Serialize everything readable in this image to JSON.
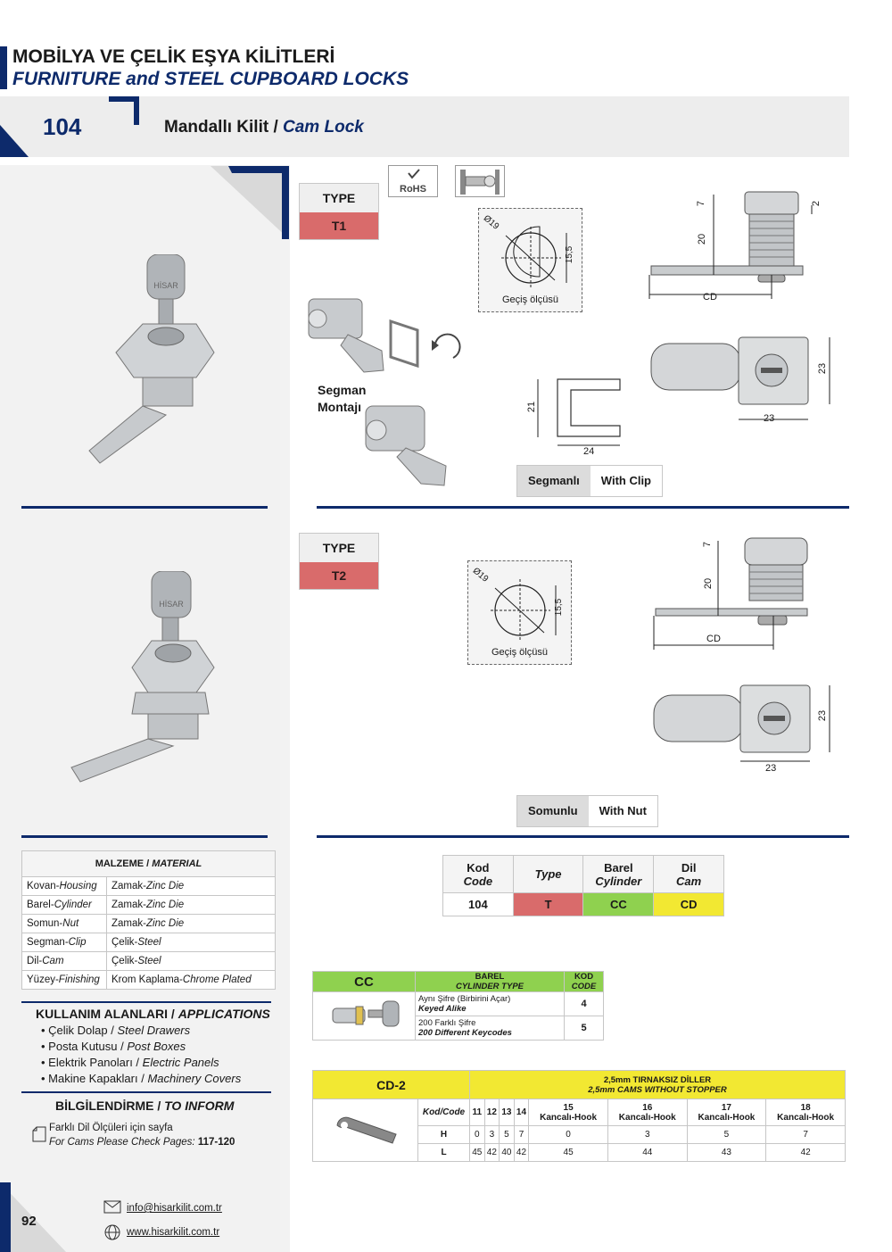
{
  "header": {
    "title_tr": "MOBİLYA VE ÇELİK EŞYA KİLİTLERİ",
    "title_en": "FURNITURE and STEEL CUPBOARD LOCKS",
    "product_no": "104",
    "product_name_tr": "Mandallı Kilit /",
    "product_name_en": "Cam Lock"
  },
  "icons": {
    "rohs": "RoHS"
  },
  "type1": {
    "label": "TYPE",
    "value": "T1",
    "mount_label_1": "Segman",
    "mount_label_2": "Montajı",
    "cutout_label": "Geçiş ölçüsü",
    "cutout_diameter": "Ø19",
    "cutout_flat": "15,5",
    "dims": {
      "a": "7",
      "b": "2",
      "c": "20",
      "cd": "CD",
      "w": "23",
      "h": "23",
      "clip_h": "21",
      "clip_w": "24"
    },
    "pill_tr": "Segmanlı",
    "pill_en": "With Clip"
  },
  "type2": {
    "label": "TYPE",
    "value": "T2",
    "cutout_label": "Geçiş ölçüsü",
    "cutout_diameter": "Ø19",
    "cutout_flat": "15,5",
    "dims": {
      "a": "7",
      "c": "20",
      "cd": "CD",
      "w": "23",
      "h": "23"
    },
    "pill_tr": "Somunlu",
    "pill_en": "With Nut"
  },
  "material": {
    "title_tr": "MALZEME /",
    "title_en": "MATERIAL",
    "rows": [
      {
        "part_tr": "Kovan-",
        "part_en": "Housing",
        "mat_tr": "Zamak-",
        "mat_en": "Zinc Die"
      },
      {
        "part_tr": "Barel-",
        "part_en": "Cylinder",
        "mat_tr": "Zamak-",
        "mat_en": "Zinc Die"
      },
      {
        "part_tr": "Somun-",
        "part_en": "Nut",
        "mat_tr": "Zamak-",
        "mat_en": "Zinc Die"
      },
      {
        "part_tr": "Segman-",
        "part_en": "Clip",
        "mat_tr": "Çelik-",
        "mat_en": "Steel"
      },
      {
        "part_tr": "Dil-",
        "part_en": "Cam",
        "mat_tr": "Çelik-",
        "mat_en": "Steel"
      },
      {
        "part_tr": "Yüzey-",
        "part_en": "Finishing",
        "mat_tr": "Krom Kaplama-",
        "mat_en": "Chrome Plated"
      }
    ]
  },
  "applications": {
    "title_tr": "KULLANIM ALANLARI /",
    "title_en": "APPLICATIONS",
    "items": [
      {
        "tr": "• Çelik Dolap /",
        "en": "Steel Drawers"
      },
      {
        "tr": "• Posta Kutusu /",
        "en": "Post Boxes"
      },
      {
        "tr": "• Elektrik Panoları /",
        "en": "Electric Panels"
      },
      {
        "tr": "• Makine Kapakları /",
        "en": "Machinery Covers"
      }
    ]
  },
  "inform": {
    "title_tr": "BİLGİLENDİRME /",
    "title_en": "TO INFORM",
    "line1": "Farklı Dil Ölçüleri için sayfa",
    "line2": "For Cams Please Check Pages:",
    "pages": "117-120"
  },
  "code_table": {
    "headers": [
      {
        "tr": "Kod",
        "en": "Code"
      },
      {
        "tr": "",
        "en": "Type"
      },
      {
        "tr": "Barel",
        "en": "Cylinder"
      },
      {
        "tr": "Dil",
        "en": "Cam"
      }
    ],
    "values": [
      "104",
      "T",
      "CC",
      "CD"
    ],
    "colors": [
      "#ffffff",
      "#d96b6b",
      "#8fd14f",
      "#f2e832"
    ]
  },
  "cc_table": {
    "code": "CC",
    "h1_tr": "BAREL",
    "h1_en": "CYLINDER TYPE",
    "h2_tr": "KOD",
    "h2_en": "CODE",
    "rows": [
      {
        "tr": "Aynı Şifre (Birbirini Açar)",
        "en": "Keyed Alike",
        "code": "4"
      },
      {
        "tr": "200 Farklı Şifre",
        "en": "200 Different Keycodes",
        "code": "5"
      }
    ]
  },
  "cd_table": {
    "code": "CD-2",
    "title_tr": "2,5mm TIRNAKSIZ DİLLER",
    "title_en": "2,5mm CAMS WITHOUT STOPPER",
    "kod_label": "Kod/",
    "code_label": "Code",
    "columns": [
      "11",
      "12",
      "13",
      "14",
      "15",
      "16",
      "17",
      "18"
    ],
    "hook_label": "Kancalı-Hook",
    "h_label": "H",
    "l_label": "L",
    "h": [
      "0",
      "3",
      "5",
      "7",
      "0",
      "3",
      "5",
      "7"
    ],
    "l": [
      "45",
      "42",
      "40",
      "42",
      "45",
      "44",
      "43",
      "42"
    ]
  },
  "footer": {
    "page": "92",
    "email": "info@hisarkilit.com.tr",
    "web": "www.hisarkilit.com.tr"
  }
}
